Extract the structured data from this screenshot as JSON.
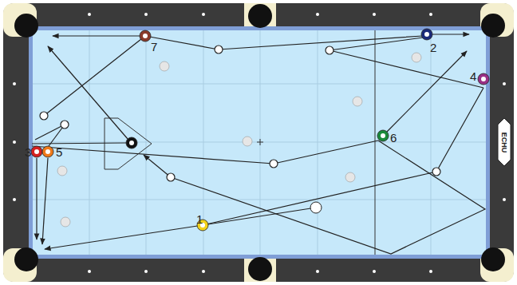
{
  "diagram": {
    "labels": [
      "1",
      "2",
      "3",
      "4",
      "5",
      "6",
      "7",
      "ECHU"
    ]
  }
}
